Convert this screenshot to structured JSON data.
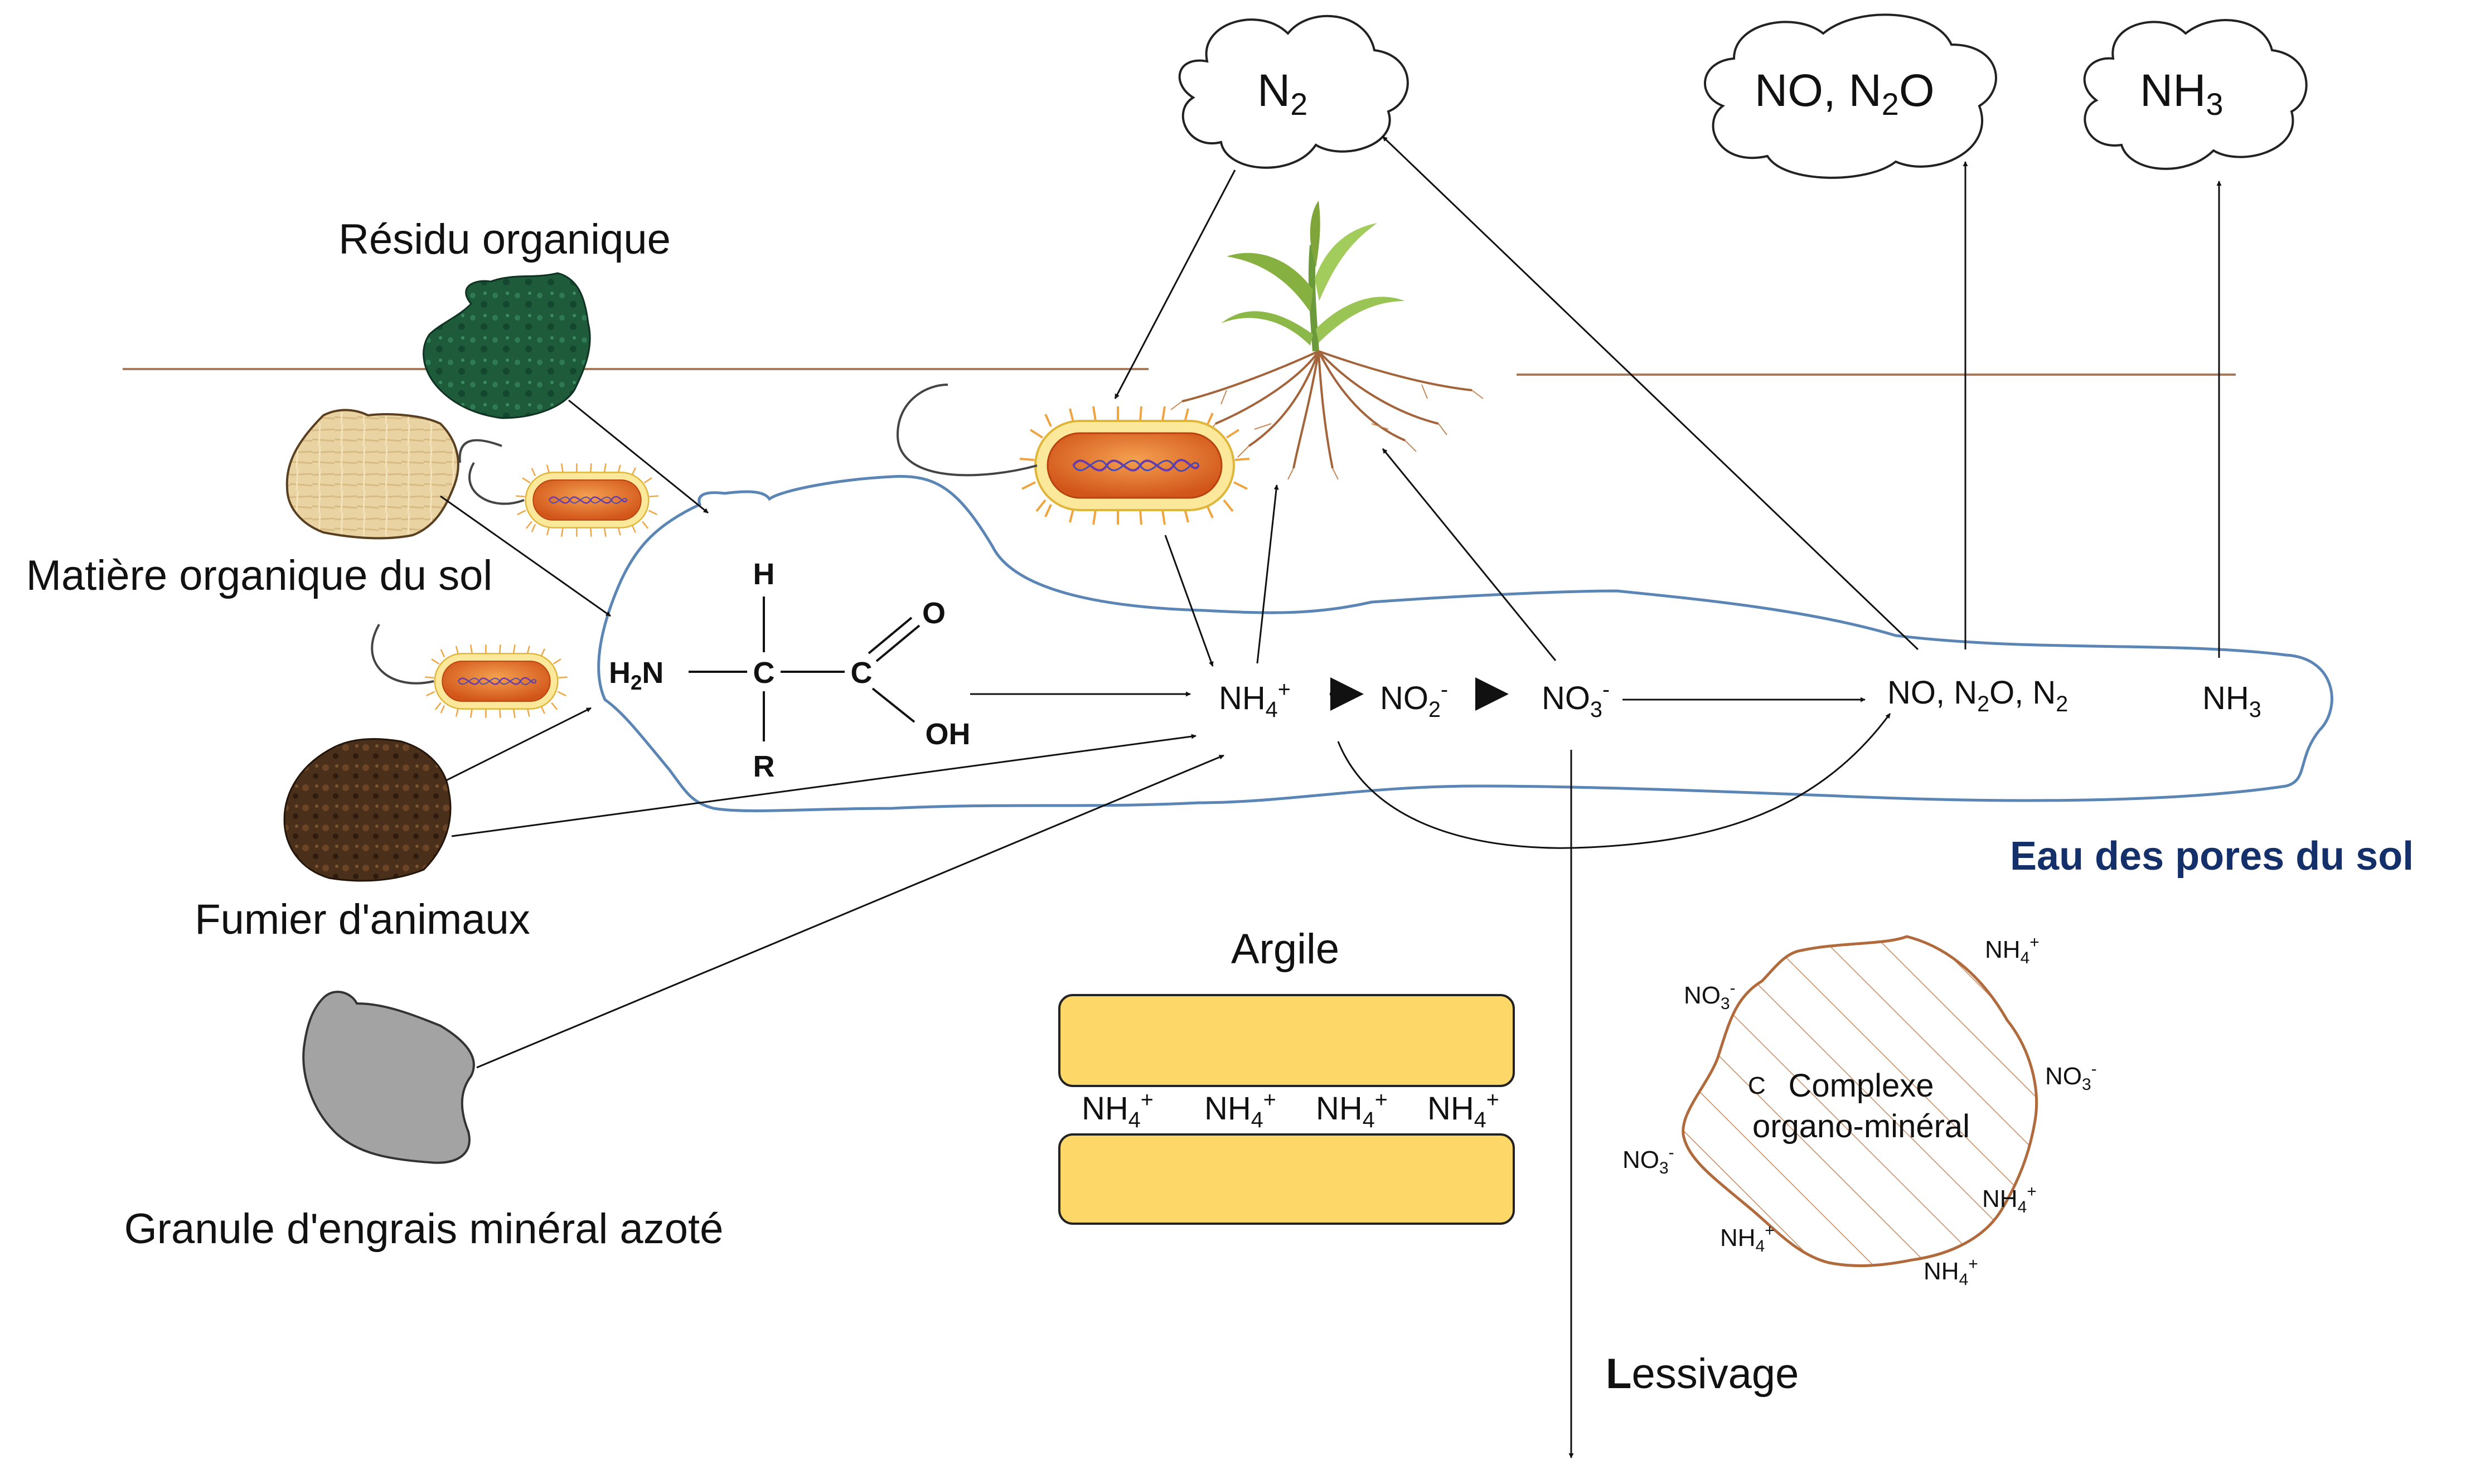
{
  "clouds": {
    "n2": {
      "main": "N",
      "sub": "2"
    },
    "no_n2o": {
      "p1": "NO, N",
      "sub": "2",
      "p2": "O"
    },
    "nh3": {
      "main": "NH",
      "sub": "3"
    }
  },
  "sources": {
    "residue": "Résidu organique",
    "soil_om": "Matière organique du sol",
    "manure": "Fumier d'animaux",
    "fertilizer": "Granule d'engrais minéral azoté"
  },
  "amino_acid": {
    "h": "H",
    "h2n_h": "H",
    "h2n_sub": "2",
    "h2n_n": "N",
    "c1": "C",
    "c2": "C",
    "o": "O",
    "oh": "OH",
    "r": "R"
  },
  "species": {
    "nh4": {
      "main": "NH",
      "sub": "4",
      "sup": "+"
    },
    "no2": {
      "main": "NO",
      "sub": "2",
      "sup": "-"
    },
    "no3": {
      "main": "NO",
      "sub": "3",
      "sup": "-"
    },
    "gases": {
      "p1": "NO, N",
      "sub1": "2",
      "p2": "O, N",
      "sub2": "2"
    },
    "nh3": {
      "main": "NH",
      "sub": "3"
    }
  },
  "pore_water": "Eau des pores du sol",
  "clay": {
    "title": "Argile",
    "ions": [
      {
        "main": "NH",
        "sub": "4",
        "sup": "+"
      },
      {
        "main": "NH",
        "sub": "4",
        "sup": "+"
      },
      {
        "main": "NH",
        "sub": "4",
        "sup": "+"
      },
      {
        "main": "NH",
        "sub": "4",
        "sup": "+"
      }
    ]
  },
  "complex": {
    "stray": "C",
    "line1": "Complexe",
    "line2": "organo-minéral",
    "ions": [
      {
        "main": "NH",
        "sub": "4",
        "sup": "+"
      },
      {
        "main": "NO",
        "sub": "3",
        "sup": "-"
      },
      {
        "main": "NO",
        "sub": "3",
        "sup": "-"
      },
      {
        "main": "NO",
        "sub": "3",
        "sup": "-"
      },
      {
        "main": "NH",
        "sub": "4",
        "sup": "+"
      },
      {
        "main": "NH",
        "sub": "4",
        "sup": "+"
      },
      {
        "main": "NH",
        "sub": "4",
        "sup": "+"
      }
    ]
  },
  "leaching": {
    "first": "L",
    "rest": "essivage"
  },
  "colors": {
    "ground_line": "#a87a5c",
    "pore_water_outline": "#5a85b5",
    "clay_fill": "#fdd868",
    "complex_outline": "#b06a3c",
    "residue": "#1d5b3a",
    "soil_om": "#ead3a3",
    "manure": "#4a2f1a",
    "fertilizer": "#a3a3a3",
    "bacteria_body": "#e06a20",
    "bacteria_cap": "#fbe89a"
  }
}
